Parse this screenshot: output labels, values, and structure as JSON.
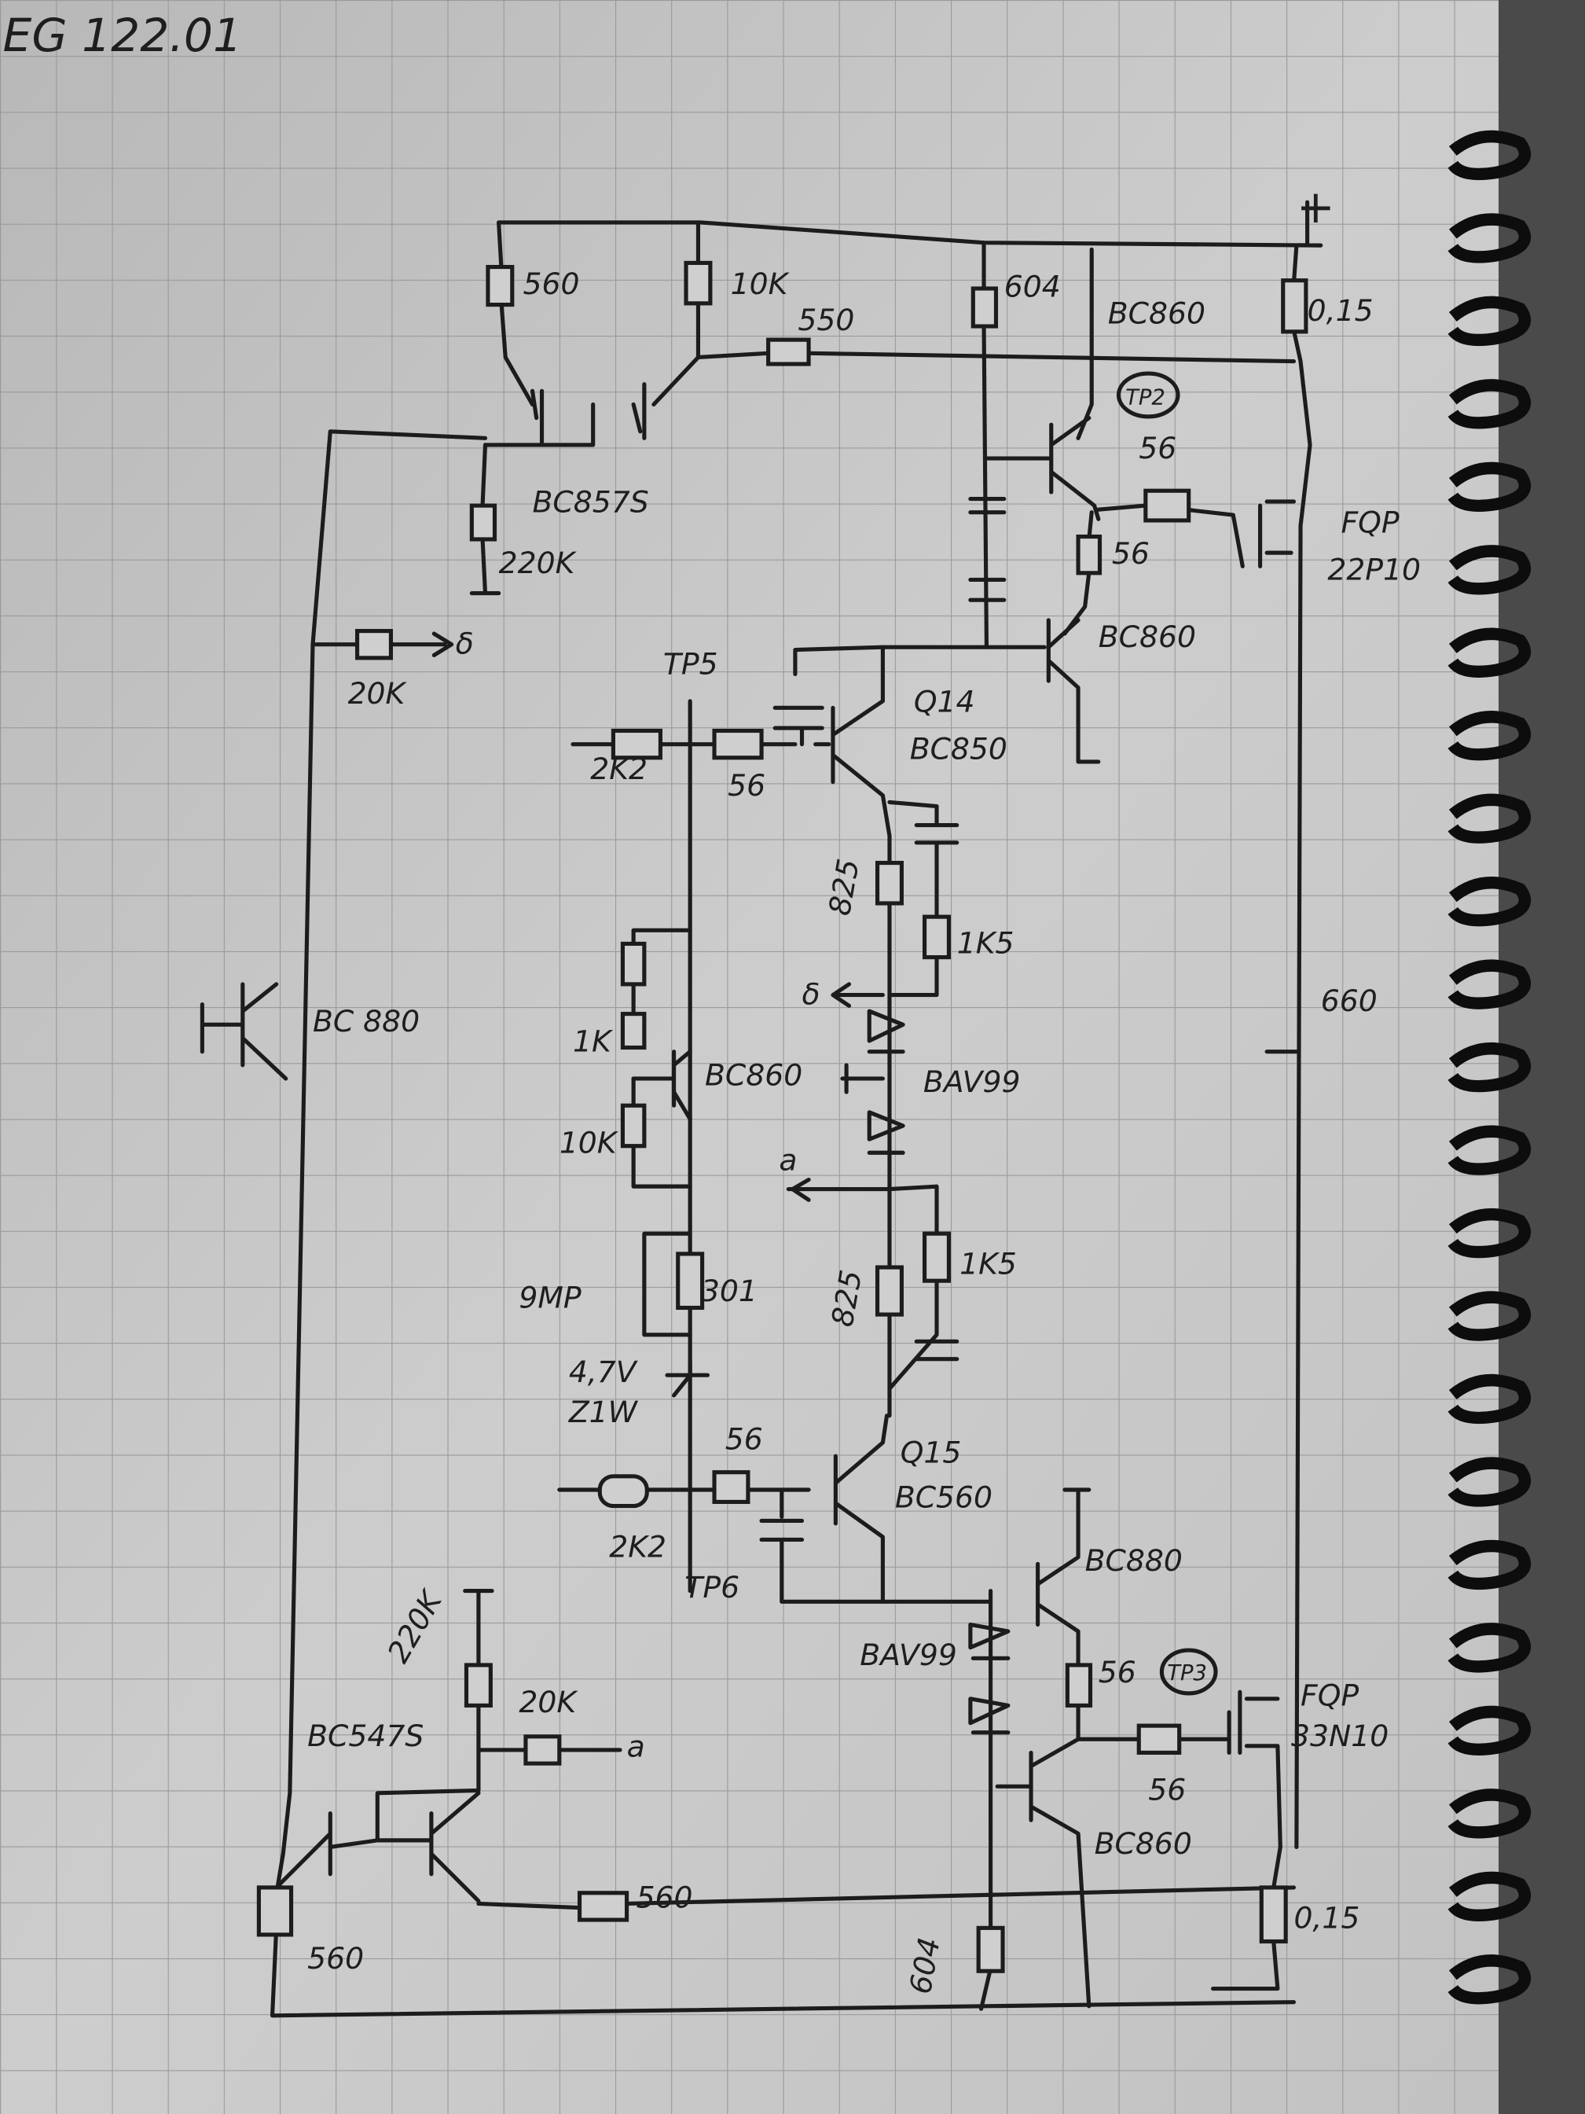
{
  "title": "EG 122.01",
  "labels": {
    "plus": "+",
    "r_560_top": "560",
    "r_10k_top": "10K",
    "r_550": "550",
    "r_604_top": "604",
    "q_bc860_top": "BC860",
    "r_015_top": "0,15",
    "tp2": "TP2",
    "r_56_tp2": "56",
    "r_56_b": "56",
    "fqp_top": "FQP",
    "fqp_top_part": "22P10",
    "q_bc857s": "BC857S",
    "r_220k_top": "220K",
    "r_20k_left": "20K",
    "delta_out": "δ",
    "tp5": "TP5",
    "q_bc860_mid": "BC860",
    "q14": "Q14",
    "q14_part": "BC850",
    "r_2k2_top": "2K2",
    "r_56_q14": "56",
    "r_825_top": "825",
    "r_1k5_top": "1K5",
    "delta_in": "δ",
    "q_bc880_left": "BC 880",
    "r_1k": "1K",
    "q_bc860_vbe": "BC860",
    "d_bav99_top": "BAV99",
    "r_10k_vbe": "10K",
    "a_out": "a",
    "r_825_bot": "825",
    "r_1k5_bot": "1K5",
    "trim_9mp": "9MP",
    "r_301": "301",
    "zener_v": "4,7V",
    "zener_w": "Z1W",
    "r_56_q15": "56",
    "q15": "Q15",
    "q15_part": "BC560",
    "r_2k2_bot": "2K2",
    "tp6": "TP6",
    "q_bc880_bot": "BC880",
    "d_bav99_bot": "BAV99",
    "r_220k_bot": "220K",
    "r_20k_bot": "20K",
    "a_in": "a",
    "q_bc547s": "BC547S",
    "r_56_tp3": "56",
    "tp3": "TP3",
    "fqp_bot": "FQP",
    "fqp_bot_part": "33N10",
    "r_56_gate": "56",
    "q_bc860_bot": "BC860",
    "r_560_mid": "560",
    "r_560_bot": "560",
    "r_604_bot": "604",
    "r_015_bot": "0,15",
    "r_660": "660"
  },
  "colors": {
    "paper": "#c9c9c9",
    "grid": "#9a9a9a",
    "ink": "#1c1c1c"
  }
}
